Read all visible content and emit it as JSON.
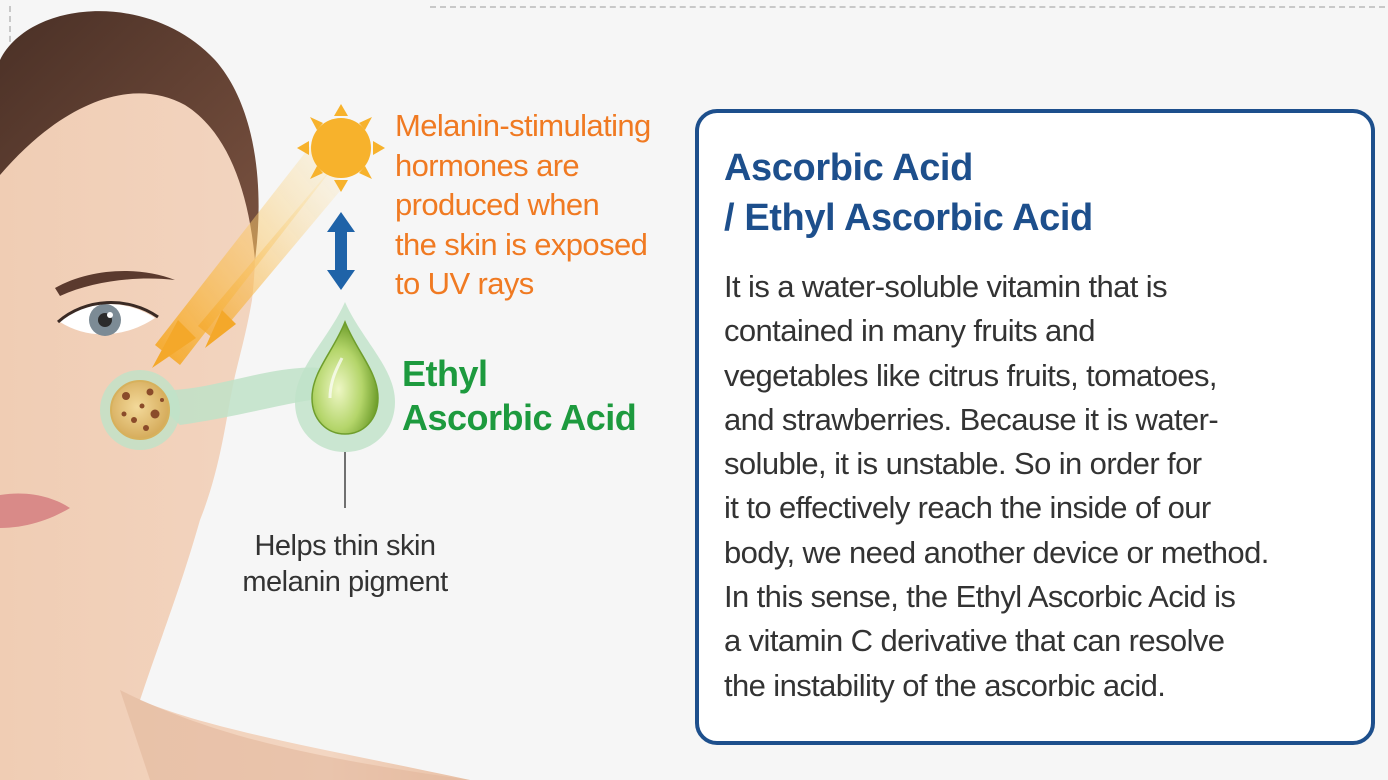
{
  "annotation": {
    "uv_lines": [
      "Melanin-stimulating",
      "hormones are",
      "produced when",
      "the skin is exposed",
      "to UV rays"
    ],
    "ingredient_lines": [
      "Ethyl",
      "Ascorbic Acid"
    ],
    "helps_lines": [
      "Helps thin skin",
      "melanin pigment"
    ]
  },
  "card": {
    "title_lines": [
      "Ascorbic Acid",
      "/ Ethyl Ascorbic Acid"
    ],
    "body_lines": [
      "It is a water-soluble vitamin that is",
      "contained in many fruits and",
      "vegetables like citrus fruits, tomatoes,",
      "and strawberries. Because it is water-",
      "soluble, it is unstable. So in order for",
      "it to effectively reach the inside of our",
      "body, we need another device or method.",
      "In this sense, the Ethyl Ascorbic Acid is",
      "a vitamin C derivative that can resolve",
      "the instability of the ascorbic acid."
    ]
  },
  "colors": {
    "uv_text": "#f07a22",
    "ingredient_text": "#1d9a3e",
    "card_border": "#1d4f8c",
    "card_title": "#1d4f8c",
    "body_text": "#333333",
    "sun": "#f7b22c",
    "arrow": "#1f63a8"
  }
}
